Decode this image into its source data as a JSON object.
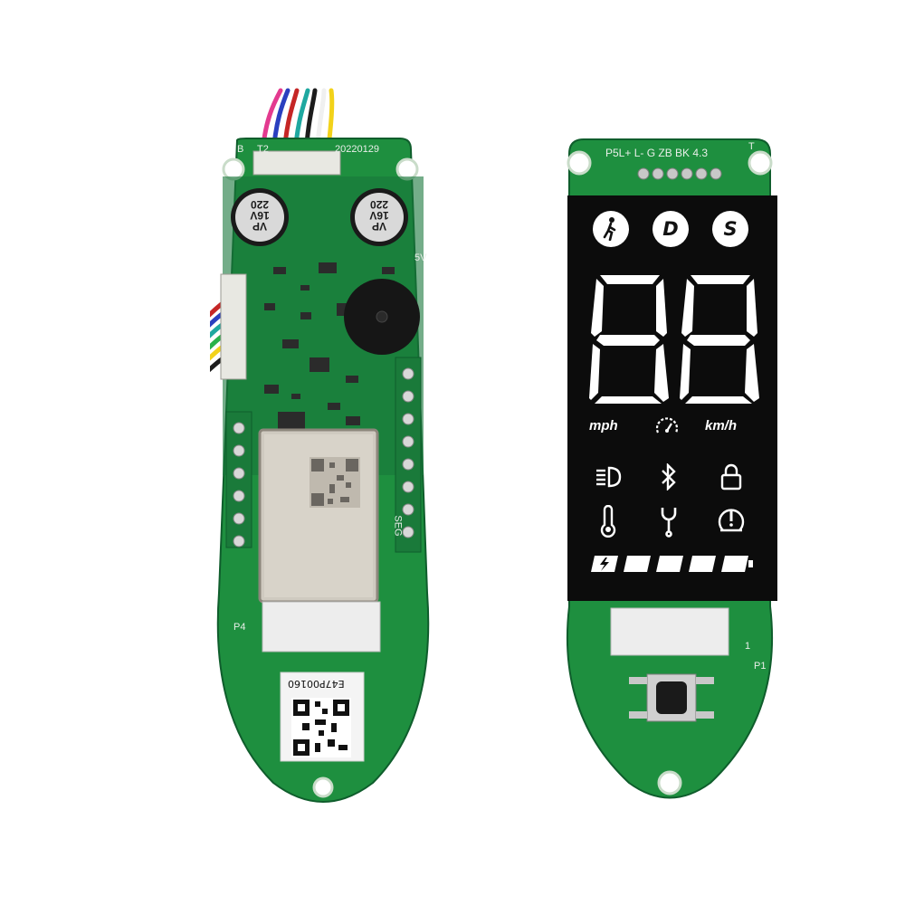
{
  "left_board": {
    "date_code": "20220129",
    "silk_b": "B",
    "silk_t": "T2",
    "silk_5v": "5V",
    "silk_seg": "SEG",
    "silk_p4": "P4",
    "capacitor_left": {
      "top": "VP",
      "middle": "16V",
      "bottom": "220"
    },
    "capacitor_right": {
      "top": "VP",
      "middle": "16V",
      "bottom": "220"
    },
    "serial_label": "E47P00160"
  },
  "right_board": {
    "connector_label": "P5L+ L-  G  ZB BK 4.3",
    "silk_t": "T",
    "silk_p1": "P1",
    "silk_1": "1",
    "display": {
      "modes": [
        "walk-icon",
        "D",
        "S"
      ],
      "digits": "88",
      "unit_left": "mph",
      "unit_right": "km/h",
      "icons_row1": [
        "headlight-icon",
        "bluetooth-icon",
        "lock-icon"
      ],
      "icons_row2": [
        "thermometer-icon",
        "wrench-icon",
        "tire-warning-icon"
      ],
      "battery_segments": 5
    }
  },
  "colors": {
    "pcb_green": "#1e8f3f",
    "pcb_dark": "#14683a",
    "display_black": "#0c0c0c",
    "shield": "#cfcac0"
  }
}
